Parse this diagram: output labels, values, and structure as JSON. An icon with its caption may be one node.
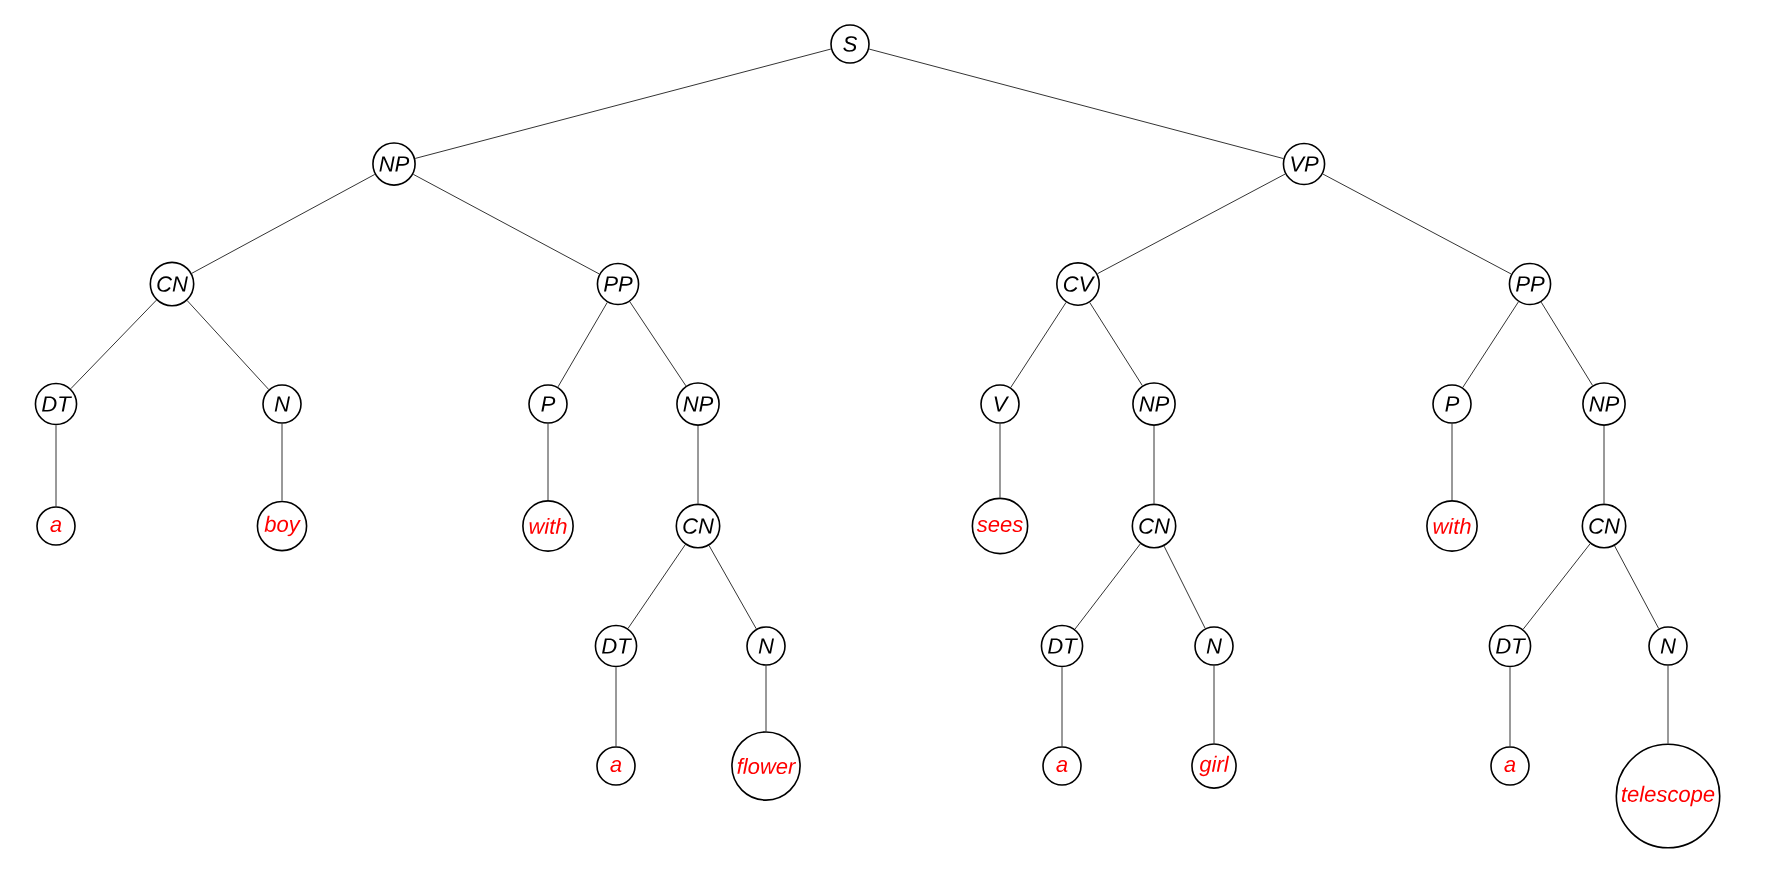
{
  "diagram": {
    "nodes": [
      {
        "text": [
          "S"
        ]
      },
      {
        "text": [
          "NP"
        ]
      },
      {
        "text": [
          "VP"
        ]
      },
      {
        "text": [
          "CN"
        ]
      },
      {
        "text": [
          "PP"
        ]
      },
      {
        "text": [
          "CV"
        ]
      },
      {
        "text": [
          "PP"
        ]
      },
      {
        "text": [
          "DT"
        ]
      },
      {
        "text": [
          "N"
        ]
      },
      {
        "text": [
          "P"
        ]
      },
      {
        "text": [
          "NP"
        ]
      },
      {
        "text": [
          "V"
        ]
      },
      {
        "text": [
          "NP"
        ]
      },
      {
        "text": [
          "P"
        ]
      },
      {
        "text": [
          "NP"
        ]
      },
      {
        "text": [
          "a"
        ]
      },
      {
        "text": [
          "boy"
        ]
      },
      {
        "text": [
          "with"
        ]
      },
      {
        "text": [
          "CN"
        ]
      },
      {
        "text": [
          "sees"
        ]
      },
      {
        "text": [
          "CN"
        ]
      },
      {
        "text": [
          "with"
        ]
      },
      {
        "text": [
          "CN"
        ]
      },
      {
        "text": [
          "DT"
        ]
      },
      {
        "text": [
          "N"
        ]
      },
      {
        "text": [
          "DT"
        ]
      },
      {
        "text": [
          "N"
        ]
      },
      {
        "text": [
          "DT"
        ]
      },
      {
        "text": [
          "N"
        ]
      },
      {
        "text": [
          "a"
        ]
      },
      {
        "text": [
          "flower"
        ]
      },
      {
        "text": [
          "a"
        ]
      },
      {
        "text": [
          "girl"
        ]
      },
      {
        "text": [
          "a"
        ]
      },
      {
        "text": [
          "telescope"
        ]
      }
    ],
    "edges": [
      {
        "from": 0,
        "to": 1,
        "arrow": "none"
      },
      {
        "from": 0,
        "to": 2,
        "arrow": "none"
      },
      {
        "from": 1,
        "to": 3,
        "arrow": "none"
      },
      {
        "from": 1,
        "to": 4,
        "arrow": "none"
      },
      {
        "from": 2,
        "to": 5,
        "arrow": "none"
      },
      {
        "from": 2,
        "to": 6,
        "arrow": "none"
      },
      {
        "from": 3,
        "to": 7,
        "arrow": "none"
      },
      {
        "from": 3,
        "to": 8,
        "arrow": "none"
      },
      {
        "from": 4,
        "to": 9,
        "arrow": "none"
      },
      {
        "from": 4,
        "to": 10,
        "arrow": "none"
      },
      {
        "from": 5,
        "to": 11,
        "arrow": "none"
      },
      {
        "from": 5,
        "to": 12,
        "arrow": "none"
      },
      {
        "from": 6,
        "to": 13,
        "arrow": "none"
      },
      {
        "from": 6,
        "to": 14,
        "arrow": "none"
      },
      {
        "from": 7,
        "to": 15,
        "arrow": "none"
      },
      {
        "from": 8,
        "to": 16,
        "arrow": "none"
      },
      {
        "from": 9,
        "to": 17,
        "arrow": "none"
      },
      {
        "from": 10,
        "to": 18,
        "arrow": "none"
      },
      {
        "from": 11,
        "to": 19,
        "arrow": "none"
      },
      {
        "from": 12,
        "to": 20,
        "arrow": "none"
      },
      {
        "from": 13,
        "to": 21,
        "arrow": "none"
      },
      {
        "from": 14,
        "to": 22,
        "arrow": "none"
      },
      {
        "from": 18,
        "to": 23,
        "arrow": "none"
      },
      {
        "from": 18,
        "to": 24,
        "arrow": "none"
      },
      {
        "from": 20,
        "to": 25,
        "arrow": "none"
      },
      {
        "from": 20,
        "to": 26,
        "arrow": "none"
      },
      {
        "from": 22,
        "to": 27,
        "arrow": "none"
      },
      {
        "from": 22,
        "to": 28,
        "arrow": "none"
      },
      {
        "from": 23,
        "to": 29,
        "arrow": "none"
      },
      {
        "from": 24,
        "to": 30,
        "arrow": "none"
      },
      {
        "from": 25,
        "to": 31,
        "arrow": "none"
      },
      {
        "from": 26,
        "to": 32,
        "arrow": "none"
      },
      {
        "from": 27,
        "to": 33,
        "arrow": "none"
      },
      {
        "from": 28,
        "to": 34,
        "arrow": "none"
      }
    ]
  }
}
